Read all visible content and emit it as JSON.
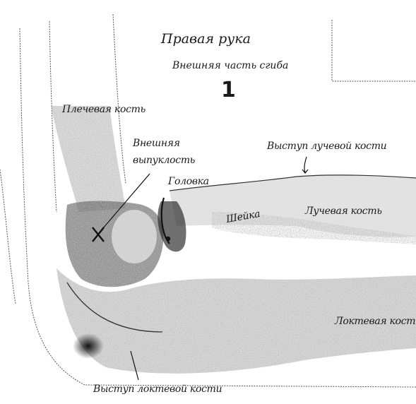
{
  "title": "Правая рука",
  "subtitle": "Внешняя часть сгиба",
  "figure_number": "1",
  "labels": {
    "humerus": "Плечевая кость",
    "lateral_epicondyle_line1": "Внешняя",
    "lateral_epicondyle_line2": "выпуклость",
    "radial_head": "Головка",
    "radial_tuberosity": "Выступ лучевой кости",
    "neck": "Шейка",
    "radius": "Лучевая кость",
    "ulna": "Локтевая кость",
    "olecranon": "Выступ локтевой кости"
  },
  "colors": {
    "ink": "#1a1a1a",
    "shade": "#6e6e6e",
    "paper": "#ffffff"
  }
}
